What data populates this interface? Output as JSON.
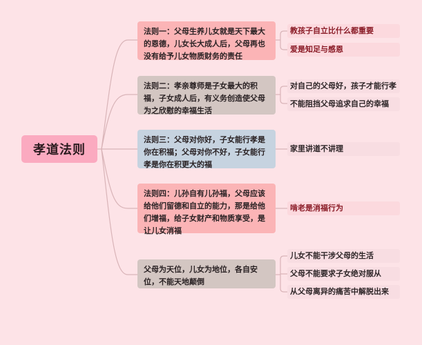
{
  "root": {
    "label": "孝道法则"
  },
  "branches": [
    {
      "text": "法则一：父母生养儿女就是天下最大的恩德，儿女长大成人后，父母再也没有给予儿女物质财务的责任",
      "color": "#fbb4b6",
      "children": [
        "教孩子自立比什么都重要",
        "爱是知足与感恩"
      ]
    },
    {
      "text": "法则二：孝亲尊师是子女最大的积福，子女成人后，有义务创造使父母为之欣慰的幸福生活",
      "color": "#d3c6c2",
      "children": [
        "对自己的父母好，孩子才能行孝",
        "不能阻挡父母追求自己的幸福"
      ]
    },
    {
      "text": "法则三：父母对你好，子女能行孝是你在积福；父母对你不好，子女能行孝是你在积更大的福",
      "color": "#c6d3e0",
      "children": [
        "家里讲道不讲理"
      ]
    },
    {
      "text": "法则四：儿孙自有儿孙福，父母应该给他们留德和自立的能力，那是给他们增福，给子女财产和物质享受，是让儿女消福",
      "color": "#fbb4b6",
      "children": [
        "啃老是消福行为"
      ]
    },
    {
      "text": "父母为天位，儿女为地位，各自安位，不能天地颠倒",
      "color": "#d3c6c2",
      "children": [
        "儿女不能干涉父母的生活",
        "父母不能要求子女绝对服从",
        "从父母离异的痛苦中解脱出来"
      ]
    }
  ],
  "colors": {
    "background": "#fde3e7",
    "root": "#fbaac0",
    "connector": "#d9b4b8",
    "leaf_red_text": "#8a1c27"
  }
}
